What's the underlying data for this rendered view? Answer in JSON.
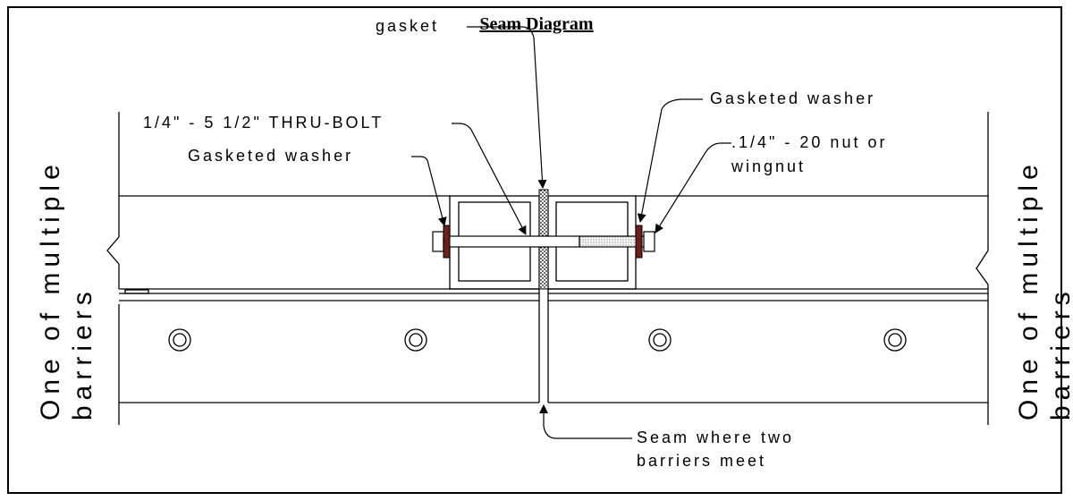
{
  "title": "Seam Diagram",
  "labels": {
    "gasket": "gasket",
    "thru_bolt": "1/4\" - 5 1/2\" THRU-BOLT",
    "washer_left": "Gasketed washer",
    "washer_right": "Gasketed washer",
    "nut_line1": ".1/4\" - 20 nut or",
    "nut_line2": "wingnut",
    "seam_line1": "Seam where two",
    "seam_line2": "barriers meet"
  },
  "side_labels": {
    "left_line1": "One of multiple",
    "left_line2": "barriers",
    "right_line1": "One of multiple",
    "right_line2": "barriers"
  }
}
